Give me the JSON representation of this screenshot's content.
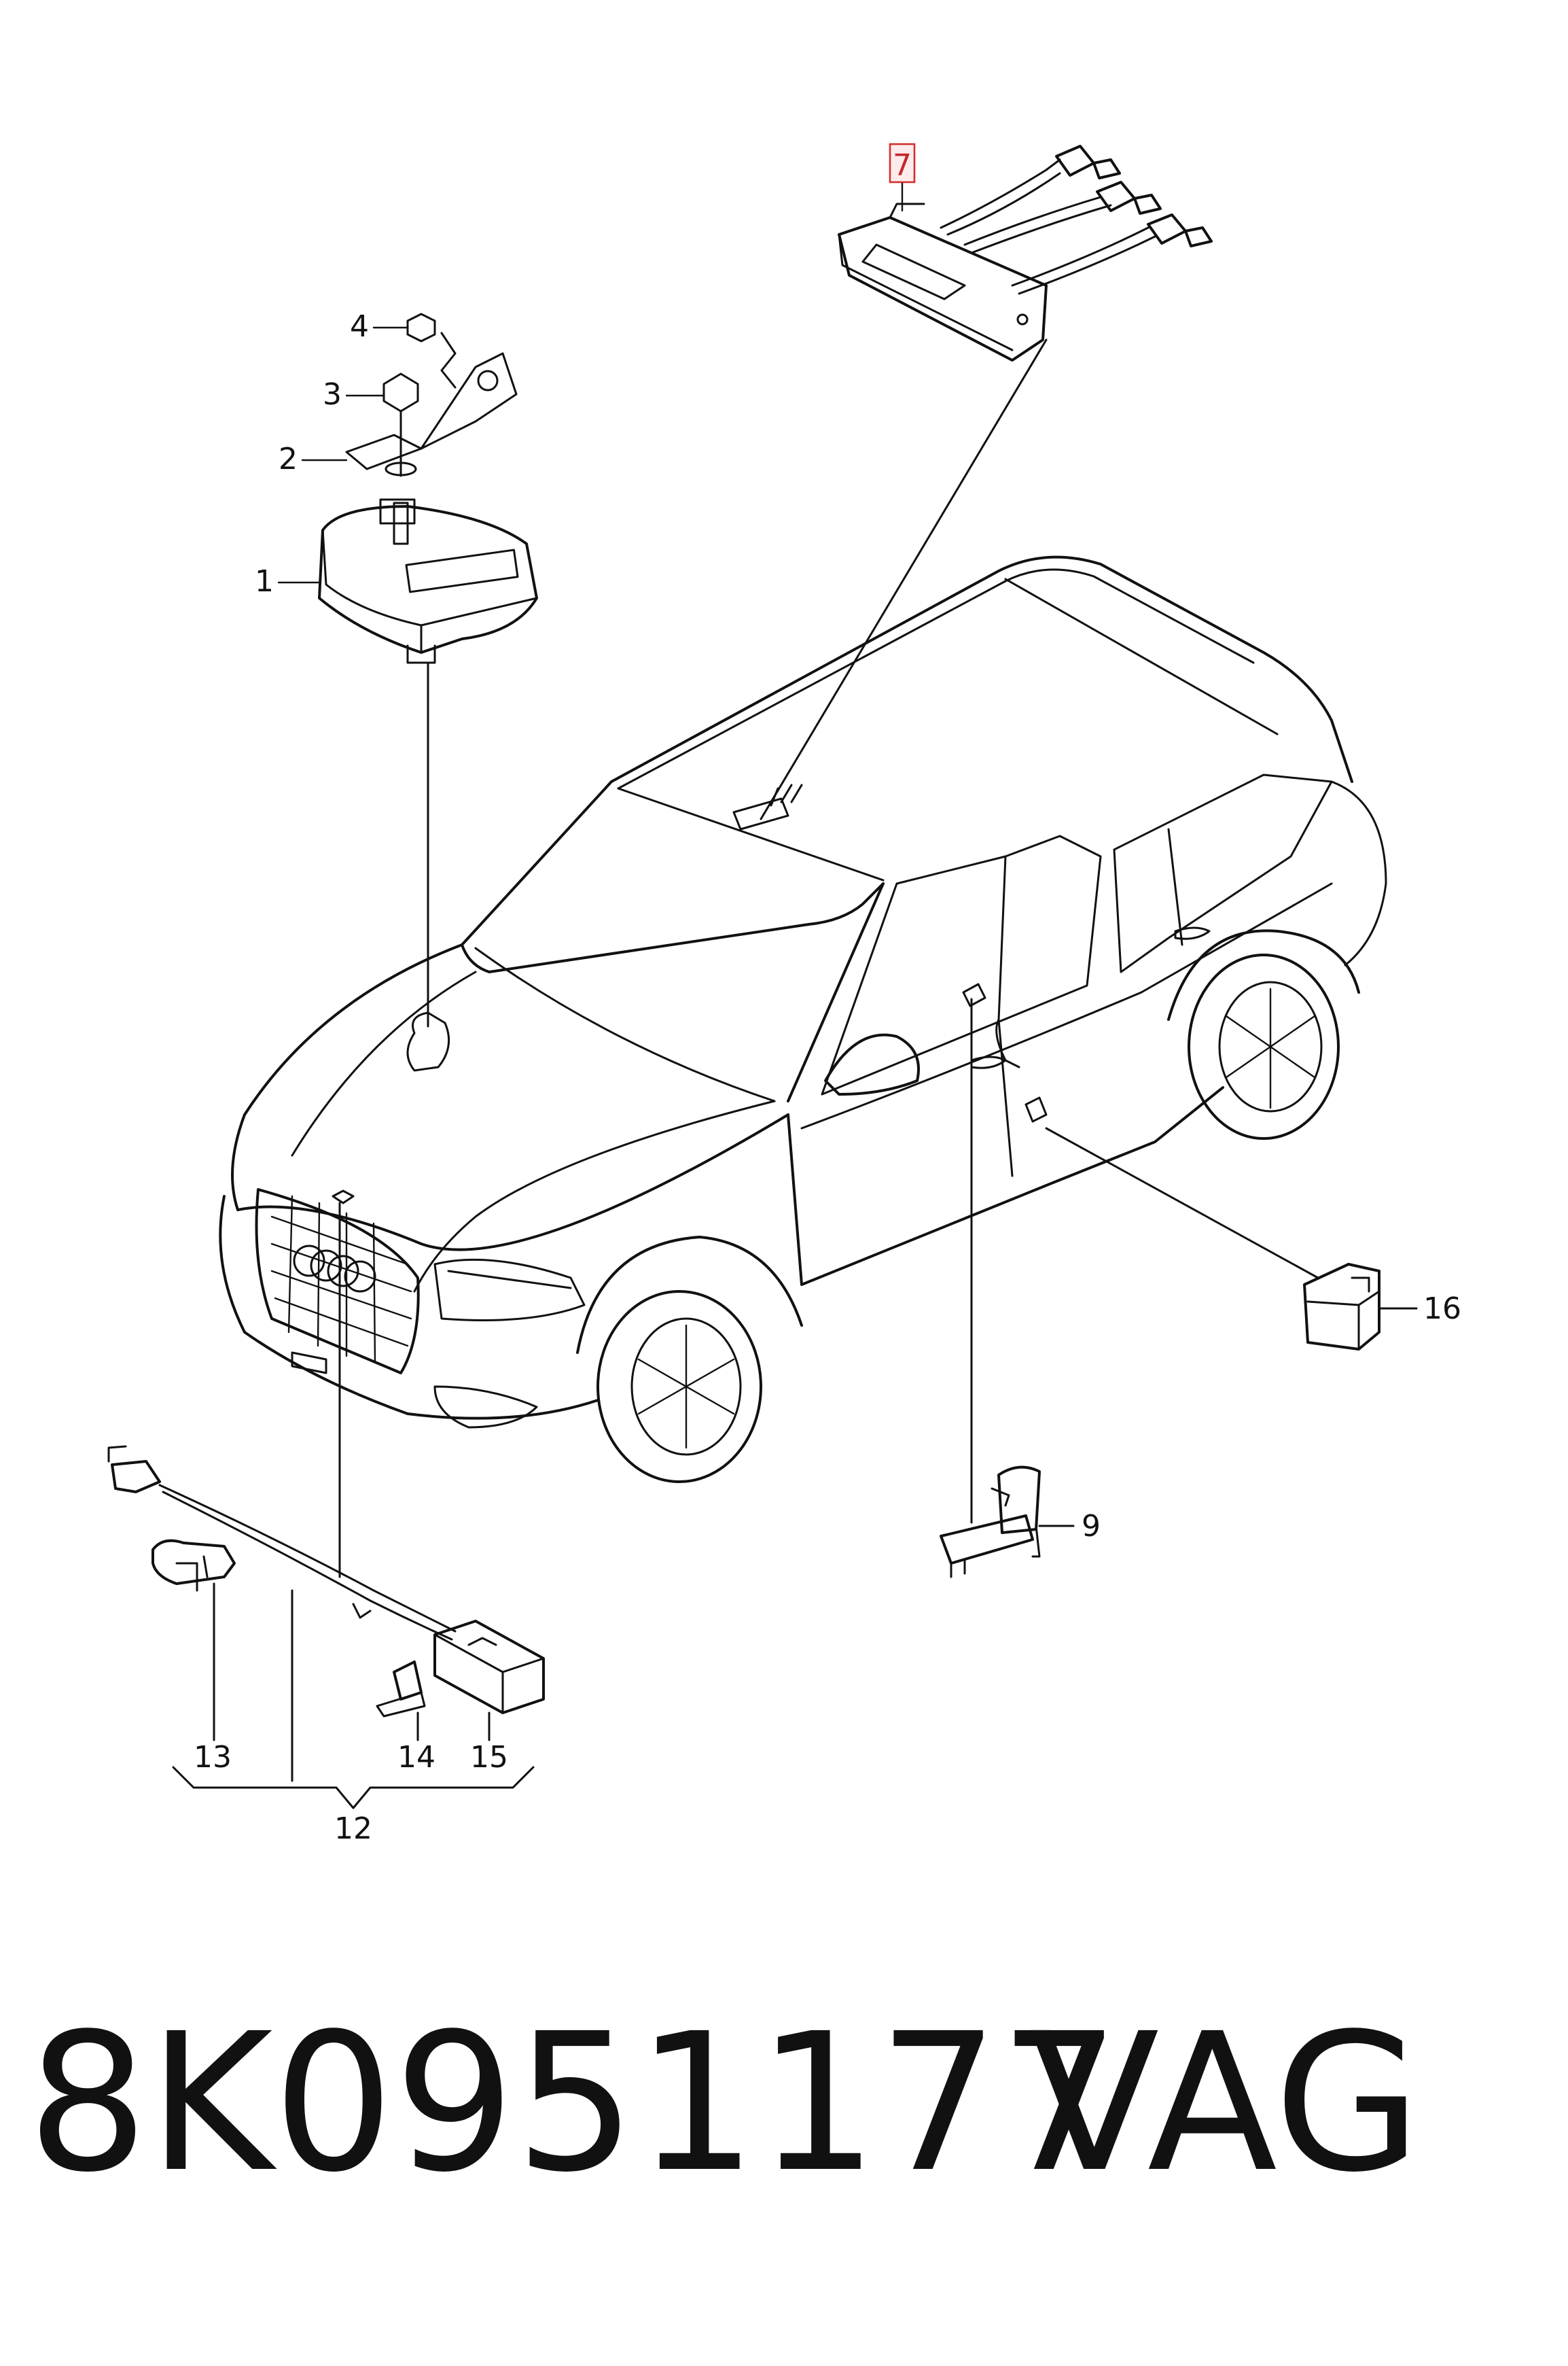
{
  "callouts": {
    "c1": "1",
    "c2": "2",
    "c3": "3",
    "c4": "4",
    "c7": "7",
    "c9": "9",
    "c12": "12",
    "c13": "13",
    "c14": "14",
    "c15": "15",
    "c16": "16"
  },
  "highlighted_callout": "7",
  "colors": {
    "line": "#111111",
    "highlight": "#d32f2f",
    "background": "#ffffff"
  },
  "footer": {
    "part_number": "8K0951177",
    "brand": "VAG"
  }
}
